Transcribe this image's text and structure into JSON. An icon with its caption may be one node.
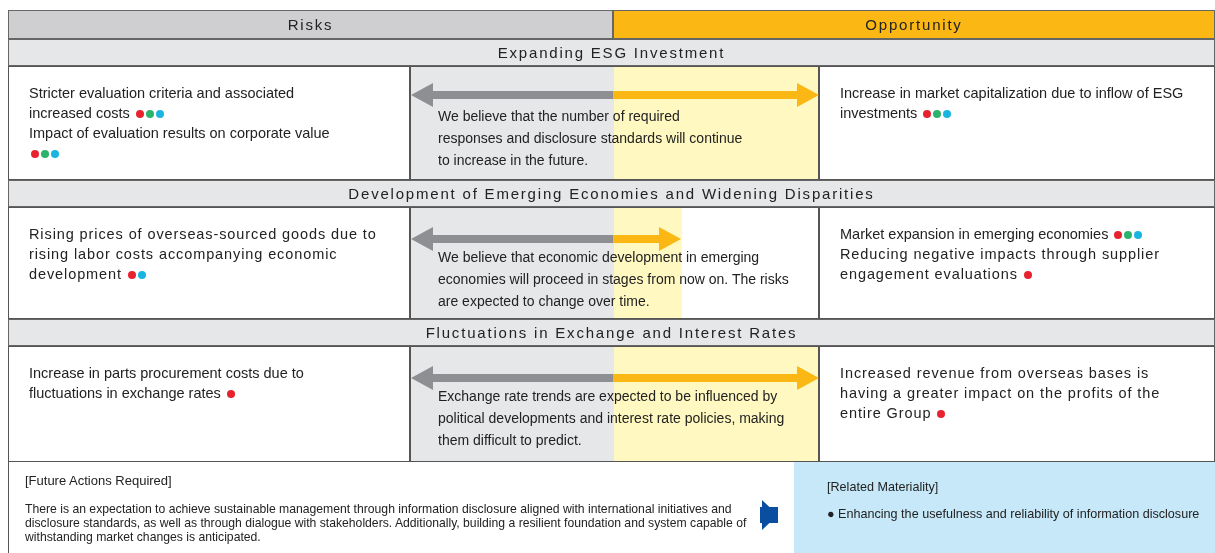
{
  "diagram": {
    "nodes": [
      {
        "text": [
          "Risks"
        ]
      },
      {
        "text": [
          "Opportunity"
        ]
      },
      {
        "text": [
          "Expanding ESG Investment"
        ]
      },
      {
        "text": [
          "Stricter evaluation criteria and associated increased costs",
          "Impact of evaluation results on corporate value"
        ]
      },
      {
        "text": [
          "We believe that the number of required responses and disclosure standards will continue to increase in the future."
        ]
      },
      {
        "text": [
          "Increase in market capitalization due to inflow of ESG investments"
        ]
      },
      {
        "text": [
          "Development of Emerging Economies and Widening Disparities"
        ]
      },
      {
        "text": [
          "Rising prices of overseas-sourced goods due to rising labor costs accompanying economic development"
        ]
      },
      {
        "text": [
          "We believe that economic development in emerging economies will proceed in stages from now on. The risks are expected to change over time."
        ]
      },
      {
        "text": [
          "Market expansion in emerging economies",
          "Reducing negative impacts through supplier engagement evaluations"
        ]
      },
      {
        "text": [
          "Fluctuations in Exchange and Interest Rates"
        ]
      },
      {
        "text": [
          "Increase in parts procurement costs due to fluctuations in exchange rates"
        ]
      },
      {
        "text": [
          "Exchange rate trends are expected to be influenced by political developments and interest rate policies, making them difficult to predict."
        ]
      },
      {
        "text": [
          "Increased revenue from overseas bases is having a greater impact on the profits of the entire Group"
        ]
      },
      {
        "text": [
          "[Future Actions Required]",
          "There is an expectation to achieve sustainable management through information disclosure aligned with international initiatives and disclosure standards, as well as through dialogue with stakeholders. Additionally, building a resilient foundation and system capable of withstanding market changes is anticipated."
        ]
      },
      {
        "text": [
          "[Related Materiality]",
          "● Enhancing the usefulness and reliability of information disclosure"
        ]
      }
    ],
    "edges": [
      {
        "from": 14,
        "to": 15,
        "arrow": "to",
        "color": "#0a4ea2"
      }
    ]
  }
}
